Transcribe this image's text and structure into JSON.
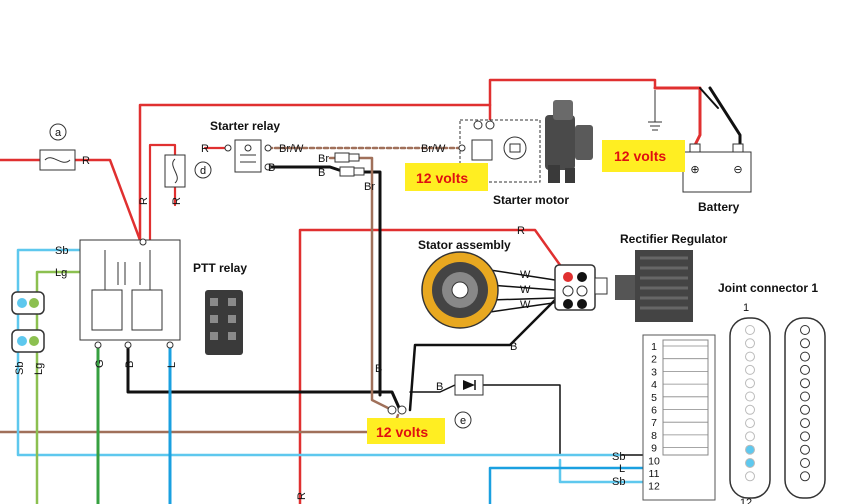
{
  "components": {
    "starter_relay": "Starter relay",
    "starter_motor": "Starter motor",
    "battery": "Battery",
    "ptt_relay": "PTT relay",
    "stator_assembly": "Stator assembly",
    "rectifier_regulator": "Rectifier Regulator",
    "joint_connector": "Joint connector 1",
    "joint_connector_pin_first": "1",
    "joint_connector_pin_last": "12"
  },
  "markers": {
    "a": "a",
    "d": "d",
    "e": "e"
  },
  "voltage_notes": [
    "12 volts",
    "12 volts",
    "12 volts"
  ],
  "wire_labels": {
    "R": "R",
    "Br_W": "Br/W",
    "B": "B",
    "Br": "Br",
    "W": "W",
    "Sb": "Sb",
    "Lg": "Lg",
    "G": "G",
    "L": "L"
  },
  "battery_plus": "⊕",
  "battery_minus": "⊖",
  "connector_pins": [
    "1",
    "2",
    "3",
    "4",
    "5",
    "6",
    "7",
    "8",
    "9",
    "10",
    "11",
    "12"
  ],
  "connector_pin_labels": {
    "10": "Sb",
    "11": "L",
    "12": "Sb"
  },
  "colors": {
    "red": "#e03030",
    "black": "#111111",
    "brown": "#a0705a",
    "sky_blue": "#5ec8ee",
    "light_green": "#8cc050",
    "green": "#36a040",
    "blue": "#1aa0e0",
    "highlight": "#ffee22"
  }
}
